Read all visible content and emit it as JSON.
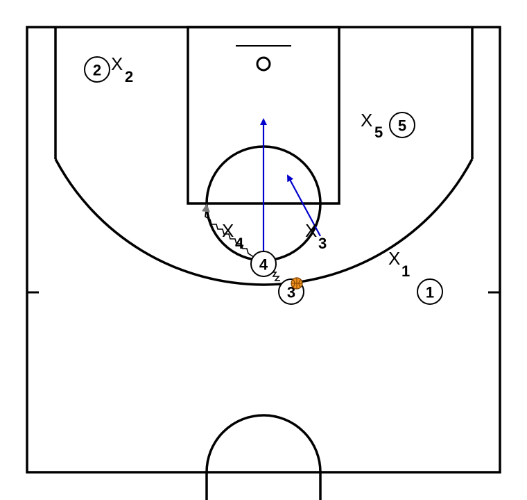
{
  "colors": {
    "court_lines": "#000000",
    "cut_arrow": "#0000cc",
    "dribble_arrowhead": "#777777",
    "ball": "#f0901e"
  },
  "offense": [
    {
      "id": "o1",
      "label": "1"
    },
    {
      "id": "o2",
      "label": "2"
    },
    {
      "id": "o3",
      "label": "3",
      "has_ball": true
    },
    {
      "id": "o4",
      "label": "4"
    },
    {
      "id": "o5",
      "label": "5"
    }
  ],
  "defense": [
    {
      "id": "x1",
      "mark": "X",
      "label": "1"
    },
    {
      "id": "x2",
      "mark": "X",
      "label": "2"
    },
    {
      "id": "x3",
      "mark": "X",
      "label": "3"
    },
    {
      "id": "x4",
      "mark": "X",
      "label": "4"
    },
    {
      "id": "x5",
      "mark": "X",
      "label": "5"
    }
  ],
  "actions": [
    {
      "type": "cut",
      "player": "4"
    },
    {
      "type": "cut",
      "player": "X3"
    },
    {
      "type": "dribble",
      "player": "3"
    }
  ],
  "icons": {
    "ball": "basketball-icon",
    "hoop": "hoop-icon"
  }
}
